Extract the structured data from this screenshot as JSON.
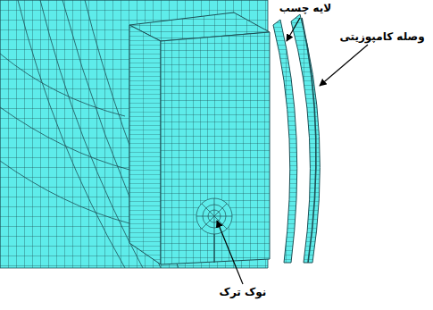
{
  "diagram": {
    "labels": [
      "لایه چسب",
      "وصله کامپوزیتی",
      "نوک ترک"
    ]
  }
}
